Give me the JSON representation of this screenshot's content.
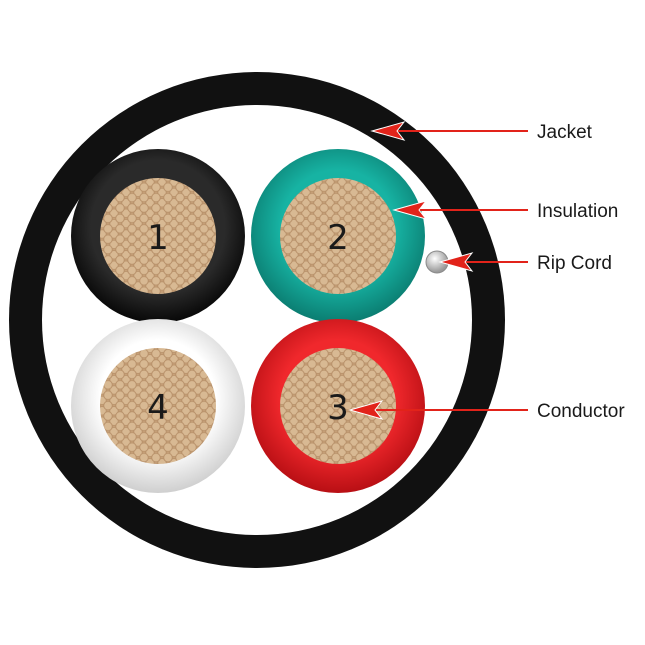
{
  "conductors": [
    {
      "number": "1",
      "insulation_color": "#151515"
    },
    {
      "number": "2",
      "insulation_color": "#0f9a8c"
    },
    {
      "number": "3",
      "insulation_color": "#de1b1f"
    },
    {
      "number": "4",
      "insulation_color": "#f1f1f1"
    }
  ],
  "labels": {
    "jacket": "Jacket",
    "insulation": "Insulation",
    "rip_cord": "Rip Cord",
    "conductor": "Conductor"
  },
  "colors": {
    "jacket": "#111111",
    "conductor_copper": "#c8a27a",
    "leader_lines": "#e2231a",
    "rip_cord": "#d6d6d6"
  }
}
